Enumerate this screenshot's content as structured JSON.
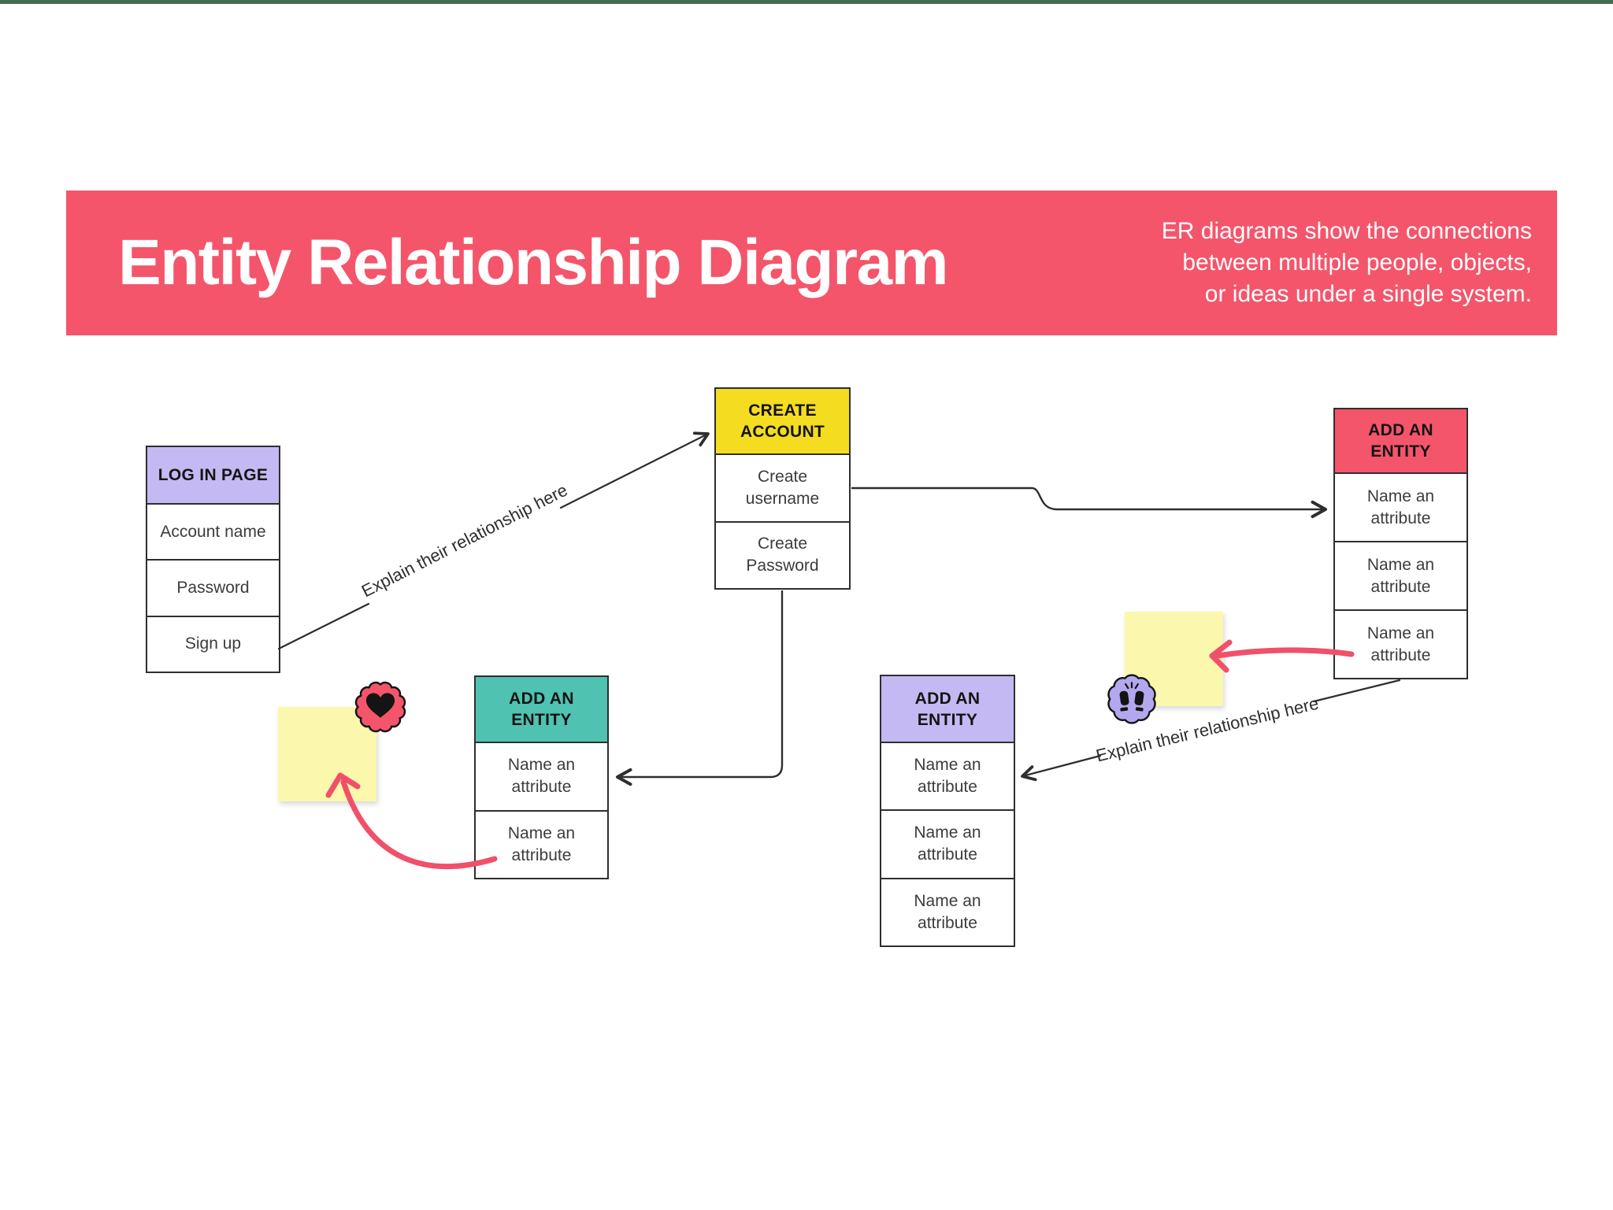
{
  "canvas": {
    "top_accent_color": "#466C50",
    "background": "#FFFFFF"
  },
  "banner": {
    "title": "Entity Relationship Diagram",
    "description_lines": [
      "ER diagrams show the connections",
      "between multiple people, objects,",
      "or ideas under a single system."
    ],
    "bg_color": "#F4556B",
    "text_color": "#FFFFFF"
  },
  "entities": [
    {
      "title": "LOG IN PAGE",
      "header_color": "#C4B9F2",
      "rows": [
        "Account name",
        "Password",
        "Sign up"
      ]
    },
    {
      "title": "CREATE ACCOUNT",
      "header_color": "#F4DC20",
      "rows": [
        "Create username",
        "Create Password"
      ]
    },
    {
      "title": "ADD AN ENTITY",
      "header_color": "#F4556B",
      "rows": [
        "Name an attribute",
        "Name an attribute",
        "Name an attribute"
      ]
    },
    {
      "title": "ADD AN ENTITY",
      "header_color": "#50C2B2",
      "rows": [
        "Name an attribute",
        "Name an attribute"
      ]
    },
    {
      "title": "ADD AN ENTITY",
      "header_color": "#C4B9F2",
      "rows": [
        "Name an attribute",
        "Name an attribute",
        "Name an attribute"
      ]
    }
  ],
  "connector_labels": {
    "left": "Explain their relationship here",
    "right": "Explain their relationship here"
  },
  "icons": {
    "heart_badge": "heart-icon",
    "clap_badge": "raised-hands-icon"
  },
  "colors": {
    "line": "#2E2E2E",
    "pink_accent": "#F0506A",
    "sticky_yellow": "#FBF7AD",
    "badge_purple": "#B3A8ED",
    "badge_pink": "#F4556B"
  }
}
